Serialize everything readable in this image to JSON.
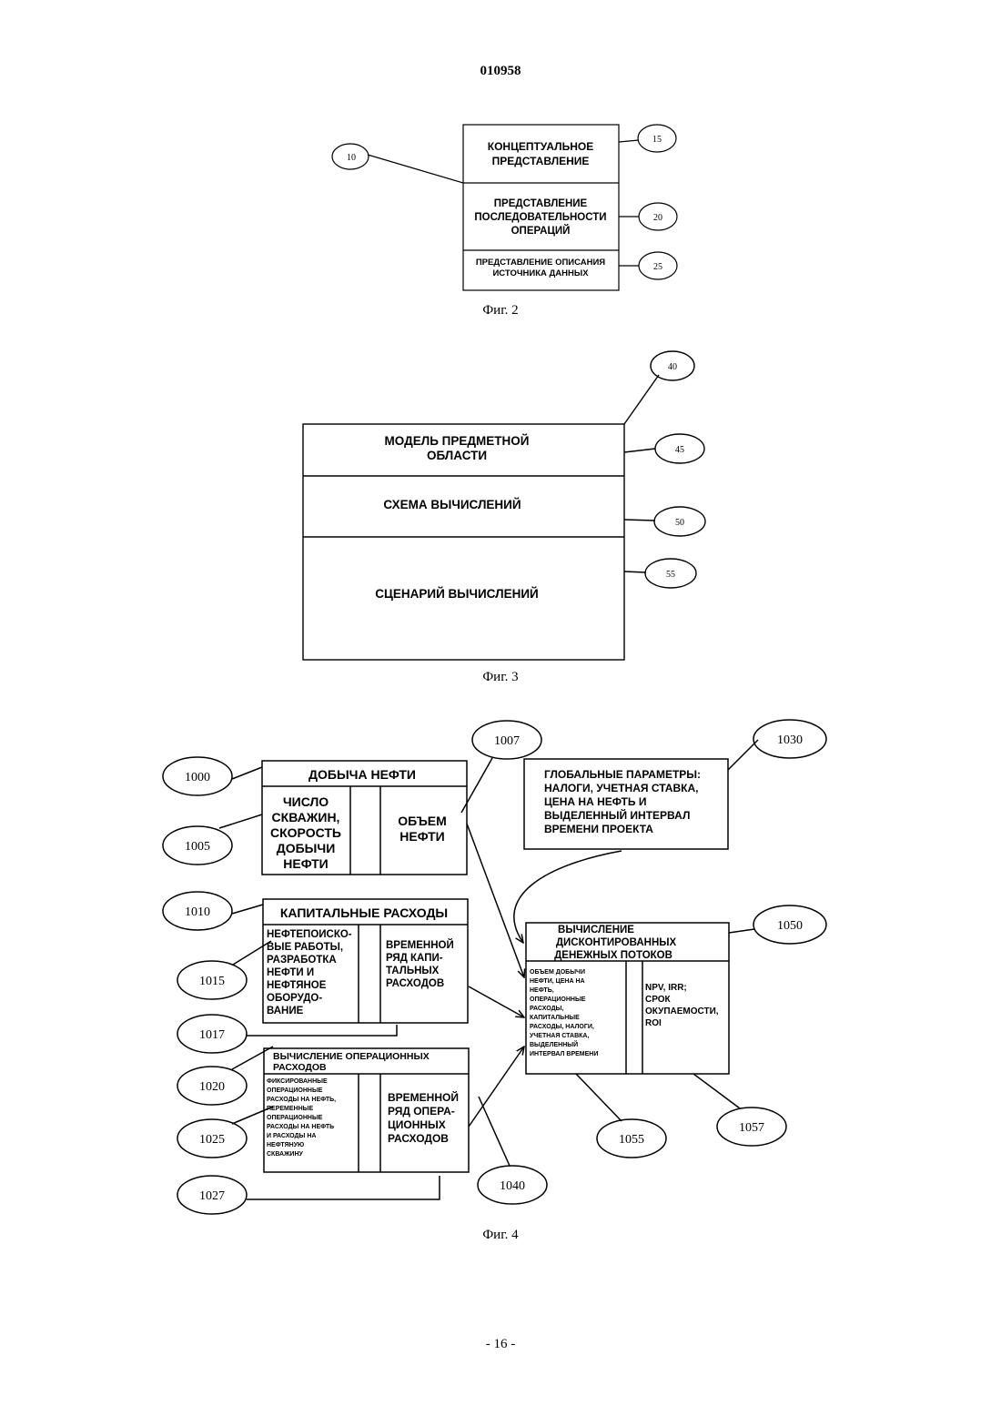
{
  "header": {
    "doc_number": "010958"
  },
  "fig2": {
    "caption": "Фиг. 2",
    "box_conceptual": [
      "КОНЦЕПТУАЛЬНОЕ",
      "ПРЕДСТАВЛЕНИЕ"
    ],
    "box_sequence": [
      "ПРЕДСТАВЛЕНИЕ",
      "ПОСЛЕДОВАТЕЛЬНОСТИ",
      "ОПЕРАЦИЙ"
    ],
    "box_datasource": [
      "ПРЕДСТАВЛЕНИЕ ОПИСАНИЯ",
      "ИСТОЧНИКА ДАННЫХ"
    ],
    "ref_10": "10",
    "ref_15": "15",
    "ref_20": "20",
    "ref_25": "25"
  },
  "fig3": {
    "caption": "Фиг. 3",
    "box_model": [
      "МОДЕЛЬ ПРЕДМЕТНОЙ",
      "ОБЛАСТИ"
    ],
    "box_scheme": [
      "СХЕМА ВЫЧИСЛЕНИЙ"
    ],
    "box_scenario": [
      "СЦЕНАРИЙ ВЫЧИСЛЕНИЙ"
    ],
    "ref_40": "40",
    "ref_45": "45",
    "ref_50": "50",
    "ref_55": "55"
  },
  "fig4": {
    "caption": "Фиг. 4",
    "oil_title": "ДОБЫЧА НЕФТИ",
    "oil_left": [
      "ЧИСЛО",
      "СКВАЖИН,",
      "СКОРОСТЬ",
      "ДОБЫЧИ",
      "НЕФТИ"
    ],
    "oil_right": [
      "ОБЪЕМ",
      "НЕФТИ"
    ],
    "global": [
      "ГЛОБАЛЬНЫЕ ПАРАМЕТРЫ:",
      "НАЛОГИ, УЧЕТНАЯ СТАВКА,",
      "ЦЕНА НА НЕФТЬ И",
      "ВЫДЕЛЕННЫЙ ИНТЕРВАЛ",
      "ВРЕМЕНИ ПРОЕКТА"
    ],
    "capex_title": "КАПИТАЛЬНЫЕ РАСХОДЫ",
    "capex_left": [
      "НЕФТЕПОИСКО-",
      "ВЫЕ РАБОТЫ,",
      "РАЗРАБОТКА",
      "НЕФТИ И",
      "НЕФТЯНОЕ",
      "ОБОРУДО-",
      "ВАНИЕ"
    ],
    "capex_right": [
      "ВРЕМЕННОЙ",
      "РЯД КАПИ-",
      "ТАЛЬНЫХ",
      "РАСХОДОВ"
    ],
    "opex_title": [
      "ВЫЧИСЛЕНИЕ ОПЕРАЦИОННЫХ",
      "РАСХОДОВ"
    ],
    "opex_left": [
      "ФИКСИРОВАННЫЕ",
      "ОПЕРАЦИОННЫЕ",
      "РАСХОДЫ НА НЕФТЬ,",
      "ПЕРЕМЕННЫЕ",
      "ОПЕРАЦИОННЫЕ",
      "РАСХОДЫ НА НЕФТЬ",
      "И РАСХОДЫ НА",
      "НЕФТЯНУЮ",
      "СКВАЖИНУ"
    ],
    "opex_right": [
      "ВРЕМЕННОЙ",
      "РЯД ОПЕРА-",
      "ЦИОННЫХ",
      "РАСХОДОВ"
    ],
    "dcf_title": [
      "ВЫЧИСЛЕНИЕ",
      "ДИСКОНТИРОВАННЫХ",
      "ДЕНЕЖНЫХ ПОТОКОВ"
    ],
    "dcf_left": [
      "ОБЪЕМ ДОБЫЧИ",
      "НЕФТИ, ЦЕНА НА",
      "НЕФТЬ,",
      "ОПЕРАЦИОННЫЕ",
      "РАСХОДЫ,",
      "КАПИТАЛЬНЫЕ",
      "РАСХОДЫ, НАЛОГИ,",
      "УЧЕТНАЯ СТАВКА,",
      "ВЫДЕЛЕННЫЙ",
      "ИНТЕРВАЛ ВРЕМЕНИ"
    ],
    "dcf_right": [
      "NPV, IRR;",
      "СРОК",
      "ОКУПАЕМОСТИ,",
      "ROI"
    ],
    "ref_1000": "1000",
    "ref_1005": "1005",
    "ref_1007": "1007",
    "ref_1010": "1010",
    "ref_1015": "1015",
    "ref_1017": "1017",
    "ref_1020": "1020",
    "ref_1025": "1025",
    "ref_1027": "1027",
    "ref_1030": "1030",
    "ref_1040": "1040",
    "ref_1050": "1050",
    "ref_1055": "1055",
    "ref_1057": "1057"
  },
  "footer": {
    "page_number": "- 16 -"
  }
}
